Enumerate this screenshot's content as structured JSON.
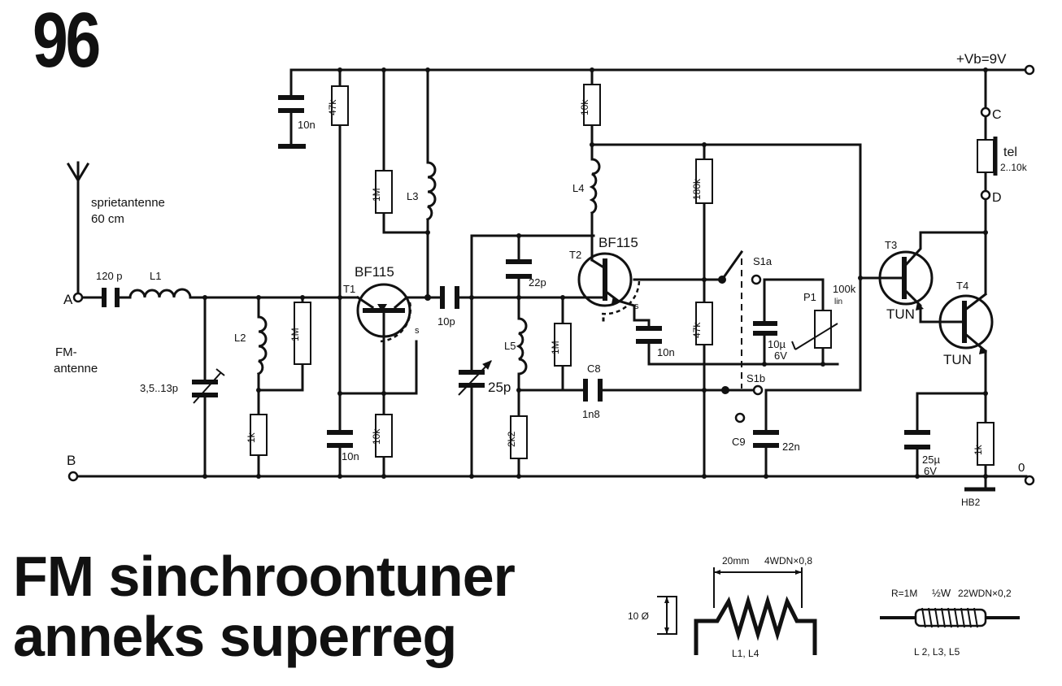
{
  "header": {
    "page_number": "96",
    "title_line1": "FM sinchroontuner",
    "title_line2": "anneks superreg"
  },
  "supply": {
    "label": "+Vb=9V",
    "ground_label": "0"
  },
  "terminals": {
    "a": "A",
    "b": "B",
    "c": "C",
    "d": "D"
  },
  "antenna": {
    "label1": "sprietantenne",
    "label2": "60 cm",
    "fm_label1": "FM-",
    "fm_label2": "antenne"
  },
  "transistors": {
    "t1": "T1",
    "t1_type": "BF115",
    "t2": "T2",
    "t2_type": "BF115",
    "t3": "T3",
    "t3_type": "TUN",
    "t4": "T4",
    "t4_type": "TUN",
    "shield": "s"
  },
  "components": {
    "c_in": "120 p",
    "l1": "L1",
    "c_trim": "3,5..13p",
    "l2": "L2",
    "r_1m_a": "1M",
    "r_1k_a": "1k",
    "c_10n_top": "10n",
    "r_47k_a": "47k",
    "r_1m_b": "1M",
    "l3": "L3",
    "c_10n_b": "10n",
    "r_10k_a": "10k",
    "c_10p": "10p",
    "c_22p": "22p",
    "c_var": "25p",
    "l5": "L5",
    "r_2k2": "2k2",
    "r_1m_c": "1M",
    "c8": "C8",
    "c8_val": "1n8",
    "r_10k_b": "10k",
    "l4": "L4",
    "c_10n_c": "10n",
    "r_180k": "180k",
    "r_47k_b": "47k",
    "s1a": "S1a",
    "s1b": "S1b",
    "c_10u": "10µ",
    "c_10u_v": "6V",
    "p1": "P1",
    "p1_val": "100k",
    "p1_type": "lin",
    "c9": "C9",
    "c9_val": "22n",
    "tel": "tel",
    "tel_val": "2..10k",
    "c_25u": "25µ",
    "c_25u_v": "6V",
    "r_1k_b": "1k",
    "hb2": "HB2"
  },
  "coil_detail_a": {
    "dim_len": "20mm",
    "wire": "4WDN×0,8",
    "dia": "10 Ø",
    "caption": "L1, L4"
  },
  "coil_detail_b": {
    "spec_r": "R=1M",
    "spec_w": "½W",
    "spec_wire": "22WDN×0,2",
    "caption": "L 2, L3, L5"
  }
}
